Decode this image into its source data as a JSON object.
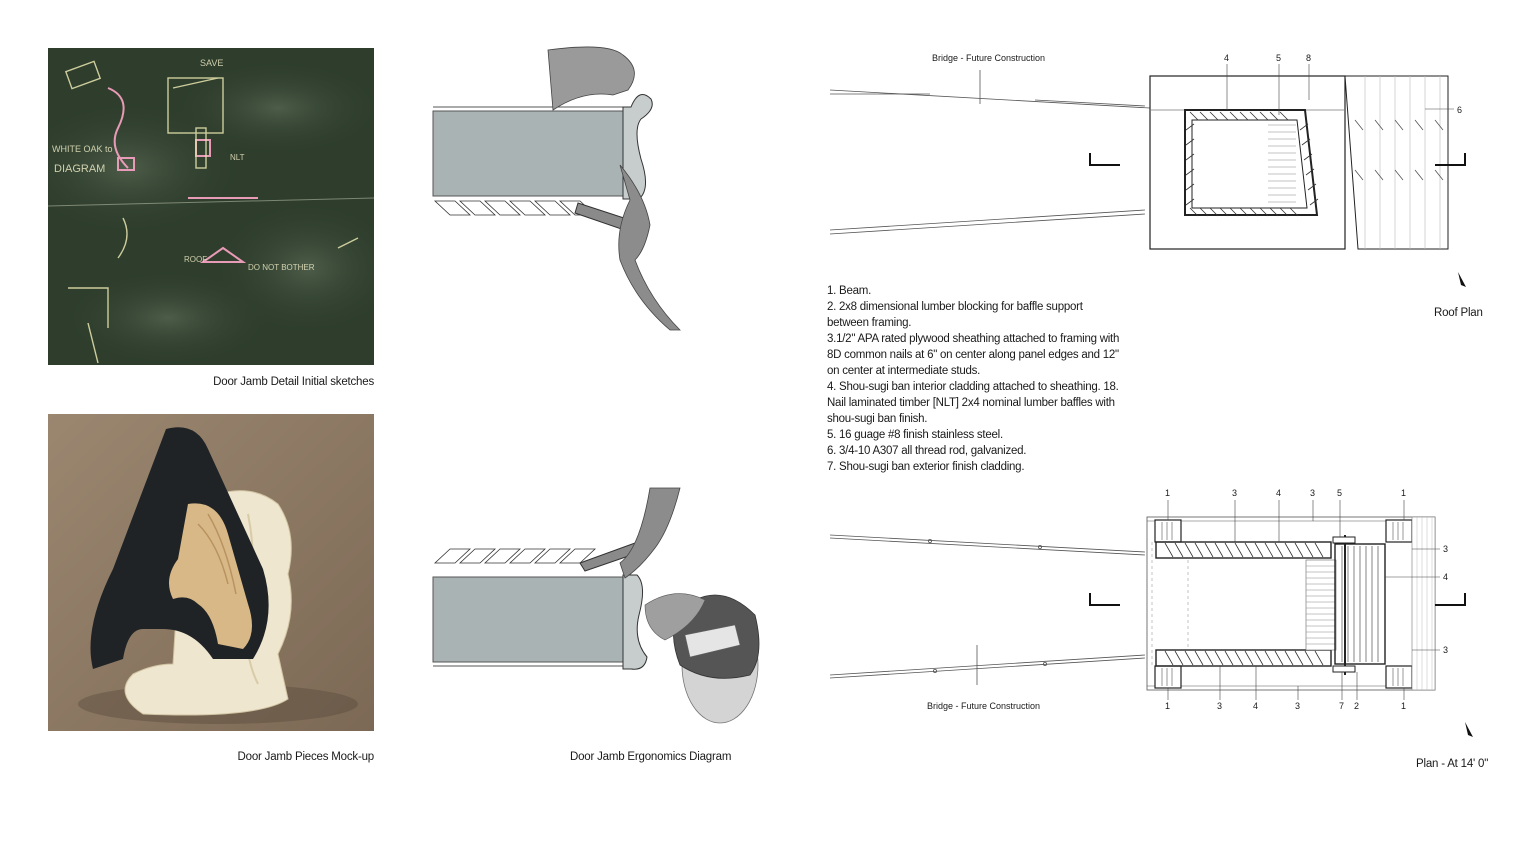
{
  "captions": {
    "sketches": "Door Jamb Detail Initial sketches",
    "mockup": "Door Jamb Pieces Mock-up",
    "ergonomics": "Door Jamb Ergonomics Diagram",
    "roof_plan": "Roof Plan",
    "plan": "Plan - At 14' 0\""
  },
  "roof_plan": {
    "bridge_label": "Bridge - Future Construction",
    "callouts": [
      "4",
      "5",
      "8",
      "6"
    ]
  },
  "plan": {
    "bridge_label": "Bridge - Future Construction",
    "top_callouts": [
      "1",
      "3",
      "4",
      "3",
      "5",
      "1"
    ],
    "right_callouts": [
      "3",
      "4",
      "3"
    ],
    "bottom_callouts": [
      "1",
      "3",
      "4",
      "3",
      "7",
      "2",
      "1"
    ]
  },
  "notes": [
    "1. Beam.",
    "2. 2x8 dimensional lumber blocking for baffle support between framing.",
    "3.1/2\" APA rated plywood sheathing attached to framing with 8D common nails at 6\" on center along panel edges and 12\" on center at intermediate studs.",
    "4. Shou-sugi ban interior cladding attached to sheathing. 18. Nail laminated timber [NLT] 2x4 nominal lumber baffles with shou-sugi ban finish.",
    "5. 16 guage #8 finish stainless steel.",
    "6. 3/4-10 A307 all thread rod, galvanized.",
    "7. Shou-sugi ban exterior finish cladding."
  ],
  "sketch_texts": [
    "SAVE",
    "WHITE OAK to",
    "DIAGRAM",
    "DO NOT BOTHER",
    "NLT",
    "ROOF"
  ],
  "colors": {
    "chalkboard": "#2e3d2c",
    "door_fill": "#a9b3b3",
    "charred_wood": "#1f2326",
    "light_wood": "#efe6cf",
    "floor": "#8f7a64"
  }
}
